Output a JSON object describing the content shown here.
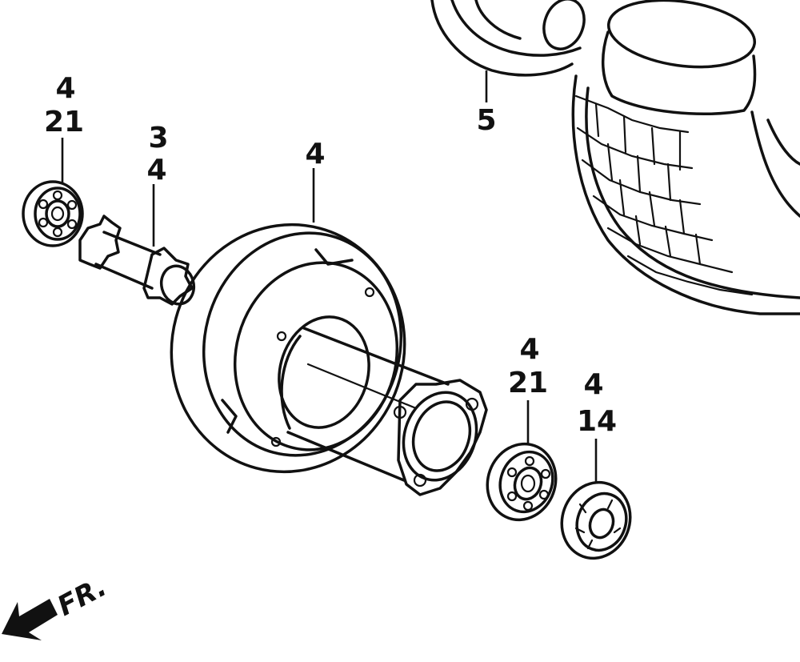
{
  "callouts": {
    "bearing_left": {
      "top": "4",
      "bottom": "21"
    },
    "collar": {
      "top": "3",
      "bottom": "4"
    },
    "hub": {
      "top": "4"
    },
    "tire": {
      "top": "5"
    },
    "bearing_right": {
      "top": "4",
      "bottom": "21"
    },
    "seal": {
      "top": "4",
      "bottom": "14"
    }
  },
  "front_indicator": {
    "label": "FR."
  },
  "icons": {
    "front_arrow": "arrow-down-left-icon"
  },
  "colors": {
    "ink": "#111111",
    "background": "#ffffff"
  }
}
